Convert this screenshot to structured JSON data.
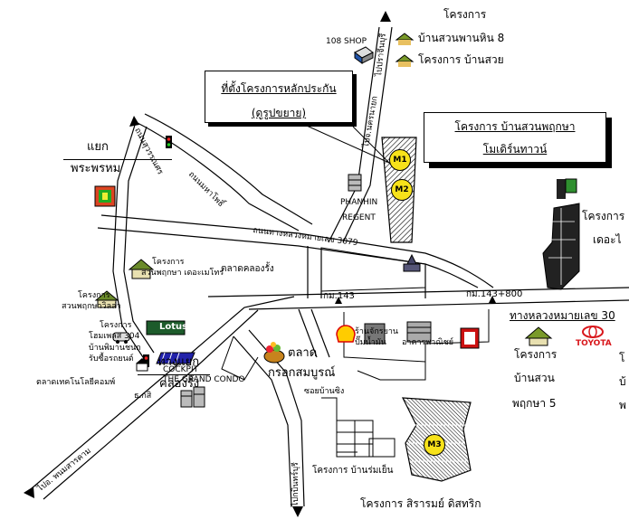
{
  "title_box": {
    "line1": "ที่ตั้งโครงการหลักประกัน",
    "line2": "(ดูรูปขยาย)"
  },
  "project_box": {
    "line1": "โครงการ บ้านสวนพฤกษา",
    "line2": "โมเดิร์นทาวน์"
  },
  "top_right": {
    "heading": "โครงการ",
    "item1": "บ้านสวนพานหิน 8",
    "item2": "โครงการ บ้านสวย"
  },
  "right_cut": {
    "line1": "โครงการ",
    "line2": "เดอะไ"
  },
  "markers": {
    "m1": "M1",
    "m2": "M2",
    "m3": "M3"
  },
  "labels": {
    "shop108": "108 SHOP",
    "phanhin": "PHANHIN",
    "regent": "REGENT",
    "yaek_line1": "แยก",
    "yaek_line2": "พระพรหม",
    "talad_klongrang": "ตลาดคลองรั้ง",
    "proj_small_1a": "โครงการ",
    "proj_small_1b": "สวนพฤกษา เดอะเมโทร",
    "proj_small_2a": "โครงการ",
    "proj_small_2b": "สวนพฤกษาวิลล่า",
    "lotus": "Lotus",
    "proj_small_3a": "โครงการ",
    "proj_small_3b": "โฮมเพลส 304",
    "proj_small_4a": "บ้านพิมานชนก",
    "proj_small_4b": "รับซื้อรถยนต์",
    "thangyaek_line1": "ทางแยก",
    "thangyaek_line2": "คลองรั้ง",
    "school": "ตลาดเทคโนโลยีคอมพ์",
    "to_phanom": "ไปอ. พนมสารคาม",
    "tbank": "ธ.กสิ",
    "cockpit": "COCKPIT",
    "grand": "THE GRAND CONDO",
    "market_line1": "ตลาด",
    "market_line2": "กรอกสมบูรณ์",
    "km143": "กม.143",
    "km143b": "กม.143+800",
    "highway3079": "ถนนทางหลวงหมายเลข 3079",
    "highway_cut": "ทางหลวงหมายเลข 30",
    "road_prachin": "ไปปราจีนบุรี",
    "road_to_saraburi": "ไปจ.นครนายก",
    "road_rabbit": "ถนนสุวรรณศร",
    "road_mahatai": "ถนนมหาโพธิ์",
    "road_kabin": "ไปกบินทร์บุรี",
    "soi": "ซอยบ้านซิง",
    "sop_line1": "โครงการ",
    "sop_line2": "บ้านสวน",
    "sop_line3": "พฤกษา 5",
    "toyota": "TOYOTA",
    "right_edge1": "โ",
    "right_edge2": "บ้",
    "right_edge3": "พ",
    "baanromyen": "โครงการ บ้านร่มเย็น",
    "sirarom": "โครงการ สิรารมย์ ดิสทริก",
    "shell_label": "ร้านจักรยาน",
    "shell_label2": "ปั๊มน้ำมัน",
    "commercial": "อาคารพาณิชย์"
  },
  "colors": {
    "marker_fill": "#f7e21a",
    "shadow": "#000000",
    "toyota_red": "#d8161b",
    "isuzu_red": "#cc1111"
  }
}
